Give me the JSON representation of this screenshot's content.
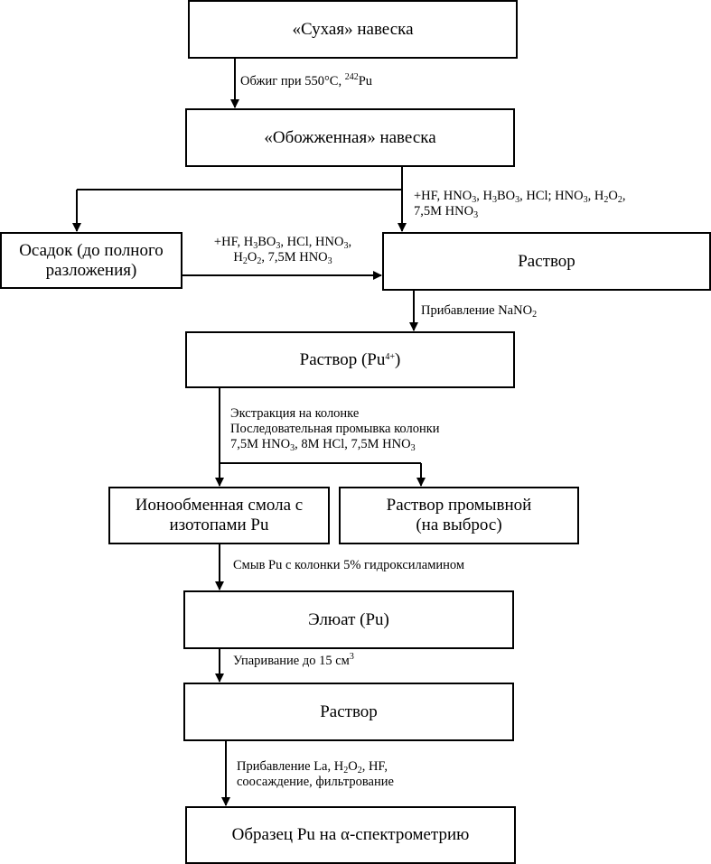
{
  "boxes": {
    "dry_sample": "«Сухая» навеска",
    "calcined_sample": "«Обожженная» навеска",
    "precipitate": "Осадок (до полного разложения)",
    "solution_1": "Раствор",
    "solution_pu4": {
      "text": "Раствор (Pu",
      "sup": "4+",
      "close": ")"
    },
    "ion_resin": "Ионообменная смола с изотопами Pu",
    "wash_solution": "Раствор промывной (на выброс)",
    "eluate": "Элюат (Pu)",
    "solution_2": "Раствор",
    "final_sample": "Образец Pu на α-спектрометрию"
  },
  "steps": {
    "calcination": {
      "text": "Обжиг при 550°C, ",
      "sup": "242",
      "after": "Pu"
    },
    "digestion_main": {
      "p1": "+HF, HNO",
      "s1": "3",
      "p2": ", H",
      "s2": "3",
      "p3": "BO",
      "s3": "3",
      "p4": ", HCl; HNO",
      "s4": "3",
      "p5": ", H",
      "s5": "2",
      "p6": "O",
      "s6": "2",
      "p7": ",",
      "line2a": "7,5M HNO",
      "line2s": "3"
    },
    "digestion_precipitate": {
      "p1": "+HF, H",
      "s1": "3",
      "p2": "BO",
      "s2": "3",
      "p3": ", HCl, HNO",
      "s3": "3",
      "p4": ",",
      "line2a": "H",
      "line2s1": "2",
      "line2b": "O",
      "line2s2": "2",
      "line2c": ", 7,5M HNO",
      "line2s3": "3"
    },
    "nitrite": {
      "text": "Прибавление NaNO",
      "sub": "2"
    },
    "extraction": {
      "line1": "Экстракция на колонке",
      "line2": "Последовательная промывка колонки",
      "l3a": "7,5M HNO",
      "l3s1": "3",
      "l3b": ", 8M HCl, 7,5M HNO",
      "l3s2": "3"
    },
    "elution": "Смыв Pu с колонки 5% гидроксиламином",
    "evaporation": {
      "text": "Упаривание до 15 см",
      "sup": "3"
    },
    "coprecipitation": {
      "l1a": "Прибавление La, H",
      "l1s1": "2",
      "l1b": "O",
      "l1s2": "2",
      "l1c": ", HF,",
      "line2": "соосаждение, фильтрование"
    }
  }
}
